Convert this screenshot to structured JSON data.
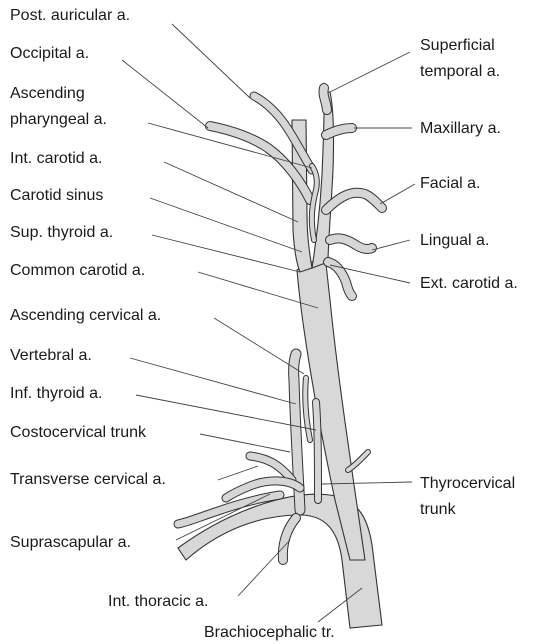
{
  "labels": {
    "post_auricular": "Post. auricular a.",
    "occipital": "Occipital a.",
    "ascending_pharyngeal_1": "Ascending",
    "ascending_pharyngeal_2": "pharyngeal a.",
    "int_carotid": "Int. carotid a.",
    "carotid_sinus": "Carotid sinus",
    "sup_thyroid": "Sup. thyroid a.",
    "common_carotid": "Common carotid a.",
    "ascending_cervical": "Ascending cervical a.",
    "vertebral": "Vertebral a.",
    "inf_thyroid": "Inf. thyroid a.",
    "costocervical": "Costocervical trunk",
    "transverse_cervical": "Transverse cervical a.",
    "suprascapular": "Suprascapular a.",
    "int_thoracic": "Int. thoracic a.",
    "brachiocephalic": "Brachiocephalic tr.",
    "superficial_temporal_1": "Superficial",
    "superficial_temporal_2": "temporal a.",
    "maxillary": "Maxillary a.",
    "facial": "Facial a.",
    "lingual": "Lingual a.",
    "ext_carotid": "Ext. carotid a.",
    "thyrocervical_1": "Thyrocervical",
    "thyrocervical_2": "trunk"
  }
}
